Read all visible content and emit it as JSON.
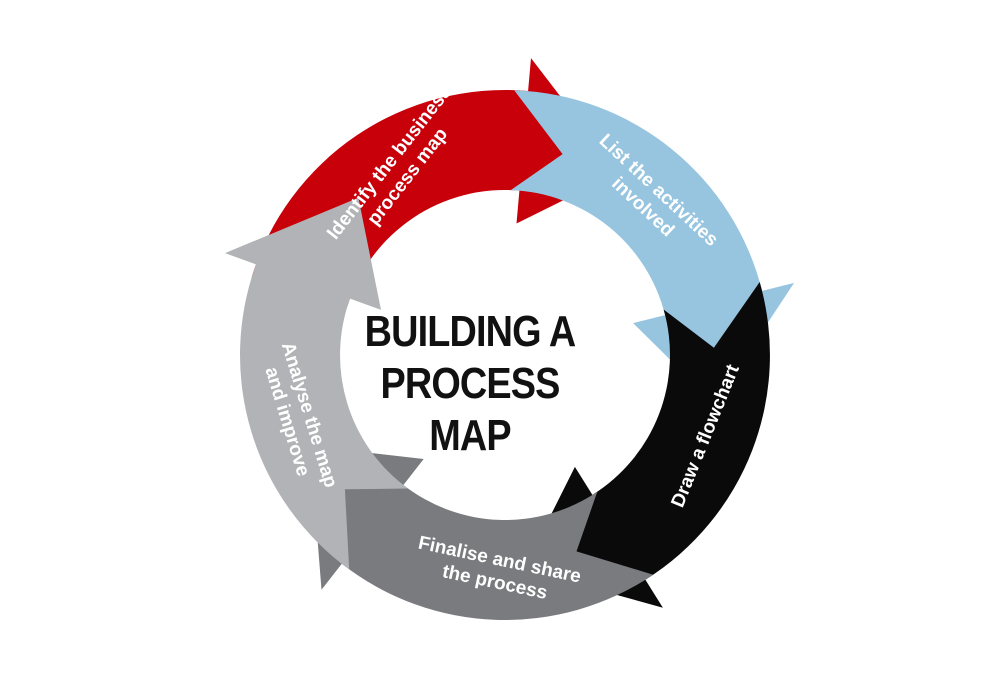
{
  "title": {
    "line1": "BUILDING A",
    "line2": "PROCESS MAP"
  },
  "steps": [
    {
      "lines": [
        "Identify the business",
        "process map"
      ],
      "color": "#c8000a",
      "text_color": "#ffffff"
    },
    {
      "lines": [
        "List the activities",
        "involved"
      ],
      "color": "#97c5df",
      "text_color": "#ffffff"
    },
    {
      "lines": [
        "Draw a flowchart"
      ],
      "color": "#0a0a0a",
      "text_color": "#ffffff"
    },
    {
      "lines": [
        "Finalise and share",
        "the process"
      ],
      "color": "#7a7b7e",
      "text_color": "#ffffff"
    },
    {
      "lines": [
        "Analyse the map",
        "and improve"
      ],
      "color": "#b1b3b6",
      "text_color": "#ffffff"
    }
  ]
}
